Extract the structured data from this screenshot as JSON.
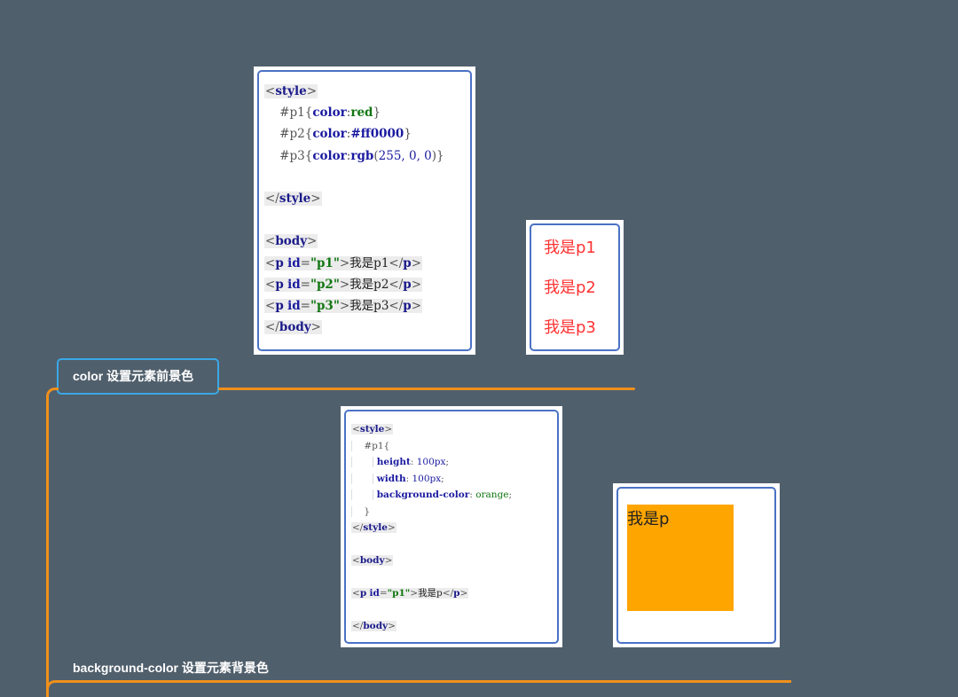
{
  "topics": {
    "color": "color 设置元素前景色",
    "background_color": "background-color 设置元素背景色"
  },
  "colors": {
    "background": "#505f6c",
    "connector": "#f0901a",
    "topic_border": "#3aa8e6",
    "card_border": "#4a72c4",
    "result_red": "#ff3333",
    "orange": "#ffa500"
  },
  "example1": {
    "code": {
      "style_open": "style",
      "rules": [
        {
          "selector": "#p1",
          "prop": "color",
          "value": "red"
        },
        {
          "selector": "#p2",
          "prop": "color",
          "value": "#ff0000"
        },
        {
          "selector": "#p3",
          "prop": "color",
          "value_fn": "rgb",
          "value_args": "255, 0, 0"
        }
      ],
      "style_close": "style",
      "body_open": "body",
      "paragraphs": [
        {
          "tag": "p",
          "attr": "id",
          "id": "\"p1\"",
          "text": "我是p1"
        },
        {
          "tag": "p",
          "attr": "id",
          "id": "\"p2\"",
          "text": "我是p2"
        },
        {
          "tag": "p",
          "attr": "id",
          "id": "\"p3\"",
          "text": "我是p3"
        }
      ],
      "body_close": "body"
    },
    "result": [
      "我是p1",
      "我是p2",
      "我是p3"
    ]
  },
  "example2": {
    "code": {
      "style_open": "style",
      "selector": "#p1{",
      "decls": [
        {
          "prop": "height",
          "value": "100px"
        },
        {
          "prop": "width",
          "value": "100px"
        },
        {
          "prop": "background-color",
          "value": "orange"
        }
      ],
      "close_brace": "}",
      "style_close": "style",
      "body_open": "body",
      "paragraph": {
        "tag": "p",
        "attr": "id",
        "id": "\"p1\"",
        "text": "我是p"
      },
      "body_close": "body"
    },
    "result_text": "我是p"
  }
}
